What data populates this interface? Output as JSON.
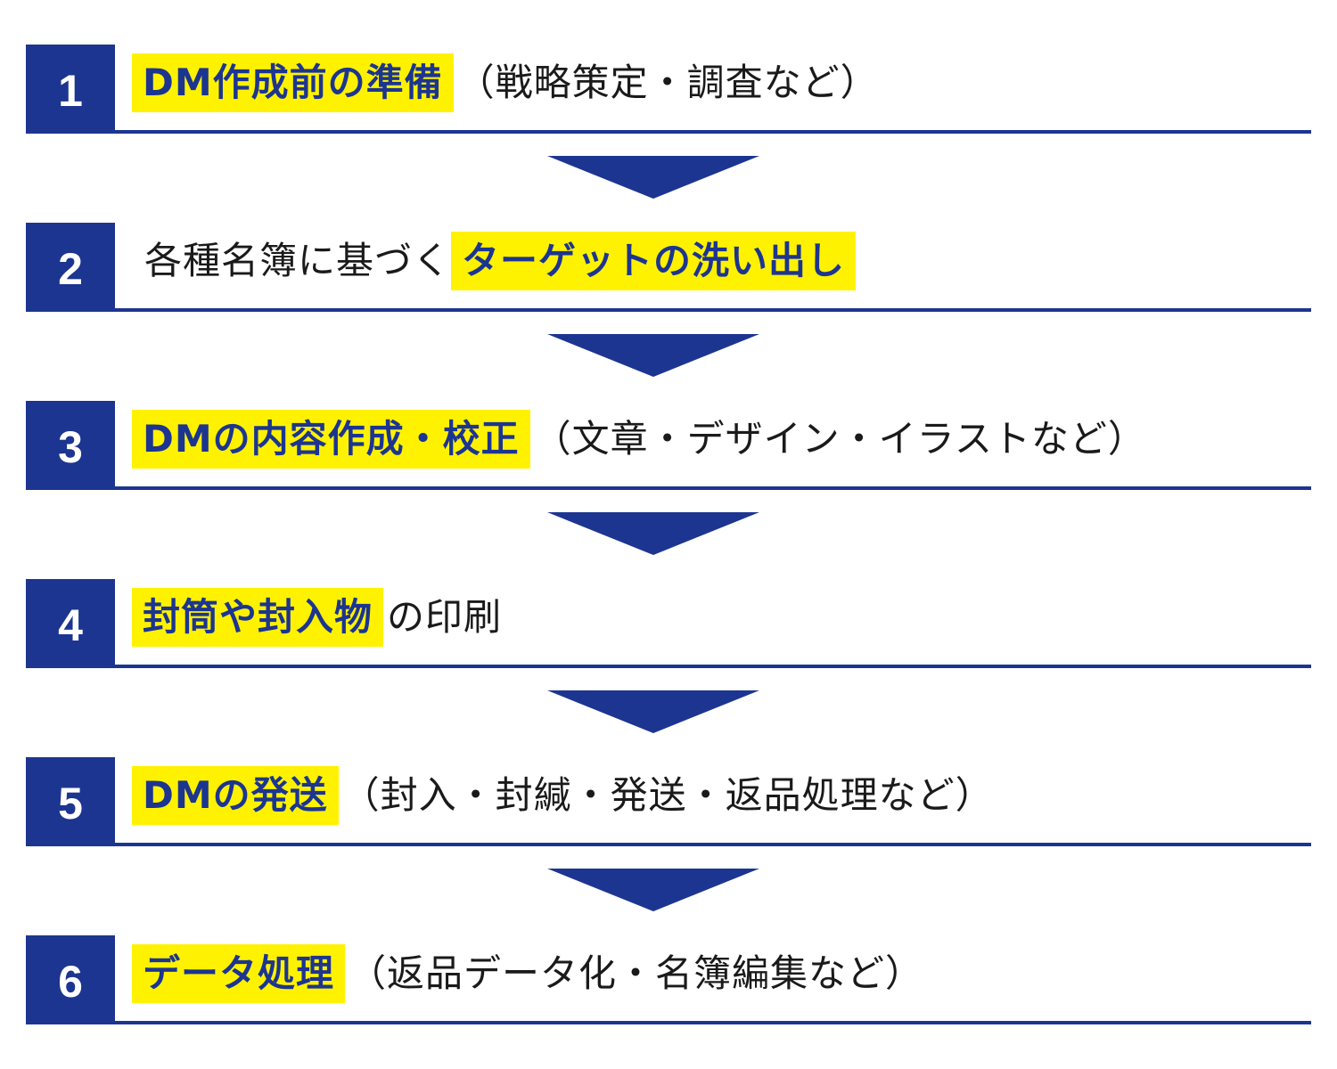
{
  "steps": [
    {
      "number": "1",
      "highlight": "DM作成前の準備",
      "before": "",
      "after": "（戦略策定・調査など）"
    },
    {
      "number": "2",
      "highlight": "ターゲットの洗い出し",
      "before": "各種名簿に基づく",
      "after": ""
    },
    {
      "number": "3",
      "highlight": "DMの内容作成・校正",
      "before": "",
      "after": "（文章・デザイン・イラストなど）"
    },
    {
      "number": "4",
      "highlight": "封筒や封入物",
      "before": "",
      "after": "の印刷"
    },
    {
      "number": "5",
      "highlight": "DMの発送",
      "before": "",
      "after": "（封入・封緘・発送・返品処理など）"
    },
    {
      "number": "6",
      "highlight": "データ処理",
      "before": "",
      "after": "（返品データ化・名簿編集など）"
    }
  ],
  "colors": {
    "primary": "#1c3590",
    "highlight": "#fff200",
    "text": "#1a1a1a"
  },
  "icons": {
    "connector": "down-arrow-icon"
  }
}
